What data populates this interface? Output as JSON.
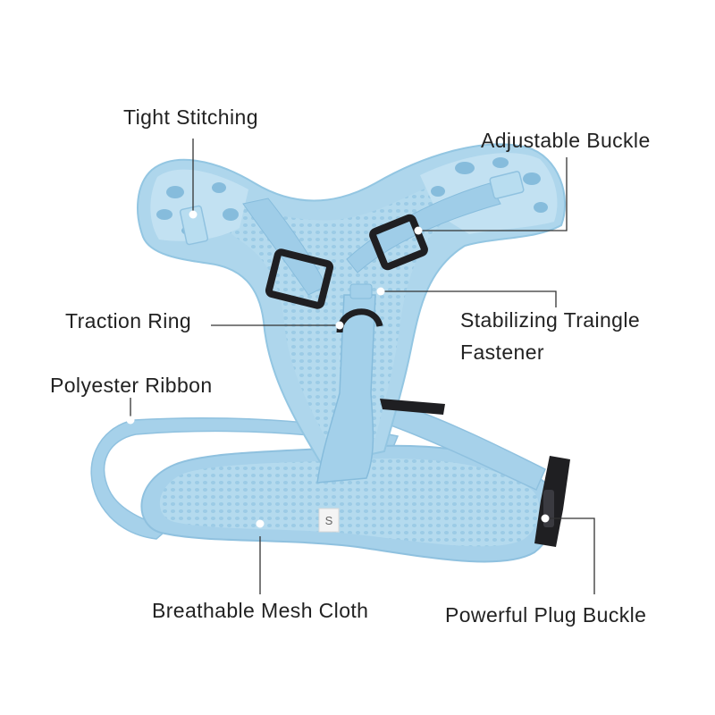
{
  "labels": {
    "tight_stitching": "Tight Stitching",
    "adjustable_buckle": "Adjustable Buckle",
    "traction_ring": "Traction Ring",
    "stabilizing_line1": "Stabilizing Traingle",
    "stabilizing_line2": "Fastener",
    "polyester_ribbon": "Polyester Ribbon",
    "breathable_mesh": "Breathable Mesh Cloth",
    "powerful_plug_buckle": "Powerful Plug Buckle"
  },
  "size_tag": "S",
  "colors": {
    "harness": "#aed6ec",
    "harness_dark": "#8ec4e2",
    "harness_light": "#c9e5f4",
    "pattern": "#7fb6d8",
    "buckle": "#1f1f22",
    "leader_line": "#333333",
    "text": "#222222"
  }
}
